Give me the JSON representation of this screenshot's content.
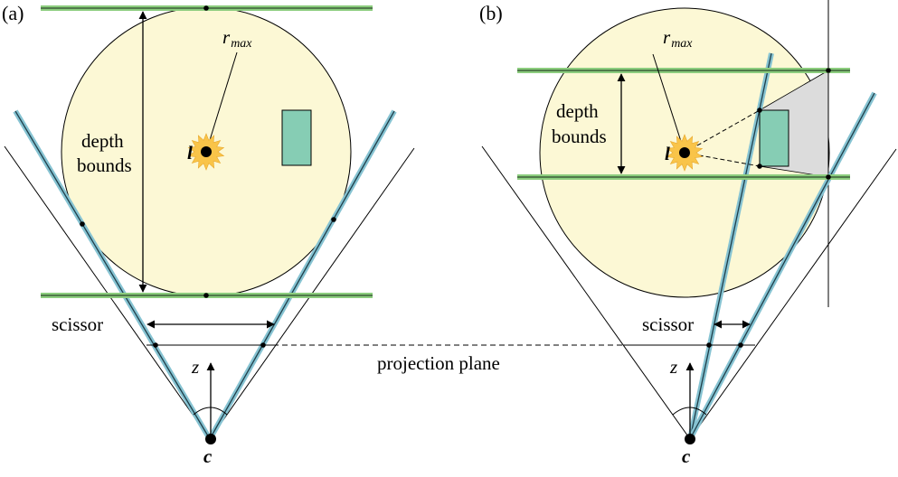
{
  "panels": {
    "a": {
      "label": "(a)",
      "r_symbol": "r",
      "r_subscript": "max",
      "depth_line1": "depth",
      "depth_line2": "bounds",
      "light_symbol": "l",
      "scissor_label": "scissor",
      "z_label": "z",
      "camera_label": "c"
    },
    "b": {
      "label": "(b)",
      "r_symbol": "r",
      "r_subscript": "max",
      "depth_line1": "depth",
      "depth_line2": "bounds",
      "light_symbol": "l",
      "scissor_label": "scissor",
      "z_label": "z",
      "camera_label": "c"
    }
  },
  "projection_plane_label": "projection plane",
  "colors": {
    "sphere_fill": "#fcf8d5",
    "bound_plane_green": "#8ccd7e",
    "bound_plane_dark": "#2c4a2c",
    "scissor_plane_blue": "#86c3d2",
    "scissor_plane_dark": "#1f3f4a",
    "occluder_fill": "#86cdb4",
    "shadow_fill": "#dcdcdc",
    "light_glow": "#f9c449"
  }
}
